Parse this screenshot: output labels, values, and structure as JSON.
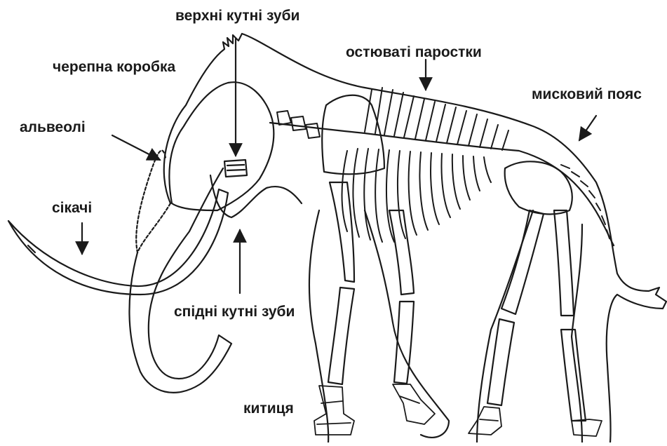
{
  "diagram": {
    "labels": {
      "upper_molars": "верхні кутні зуби",
      "cranium": "черепна коробка",
      "spinous_processes": "остюваті паростки",
      "pelvic_girdle": "мисковий пояс",
      "alveoli": "альвеолі",
      "incisors": "сікачі",
      "lower_molars": "спідні кутні зуби",
      "tail_tuft": "китиця"
    },
    "colors": {
      "ink": "#1a1a1a",
      "background": "#ffffff"
    }
  }
}
